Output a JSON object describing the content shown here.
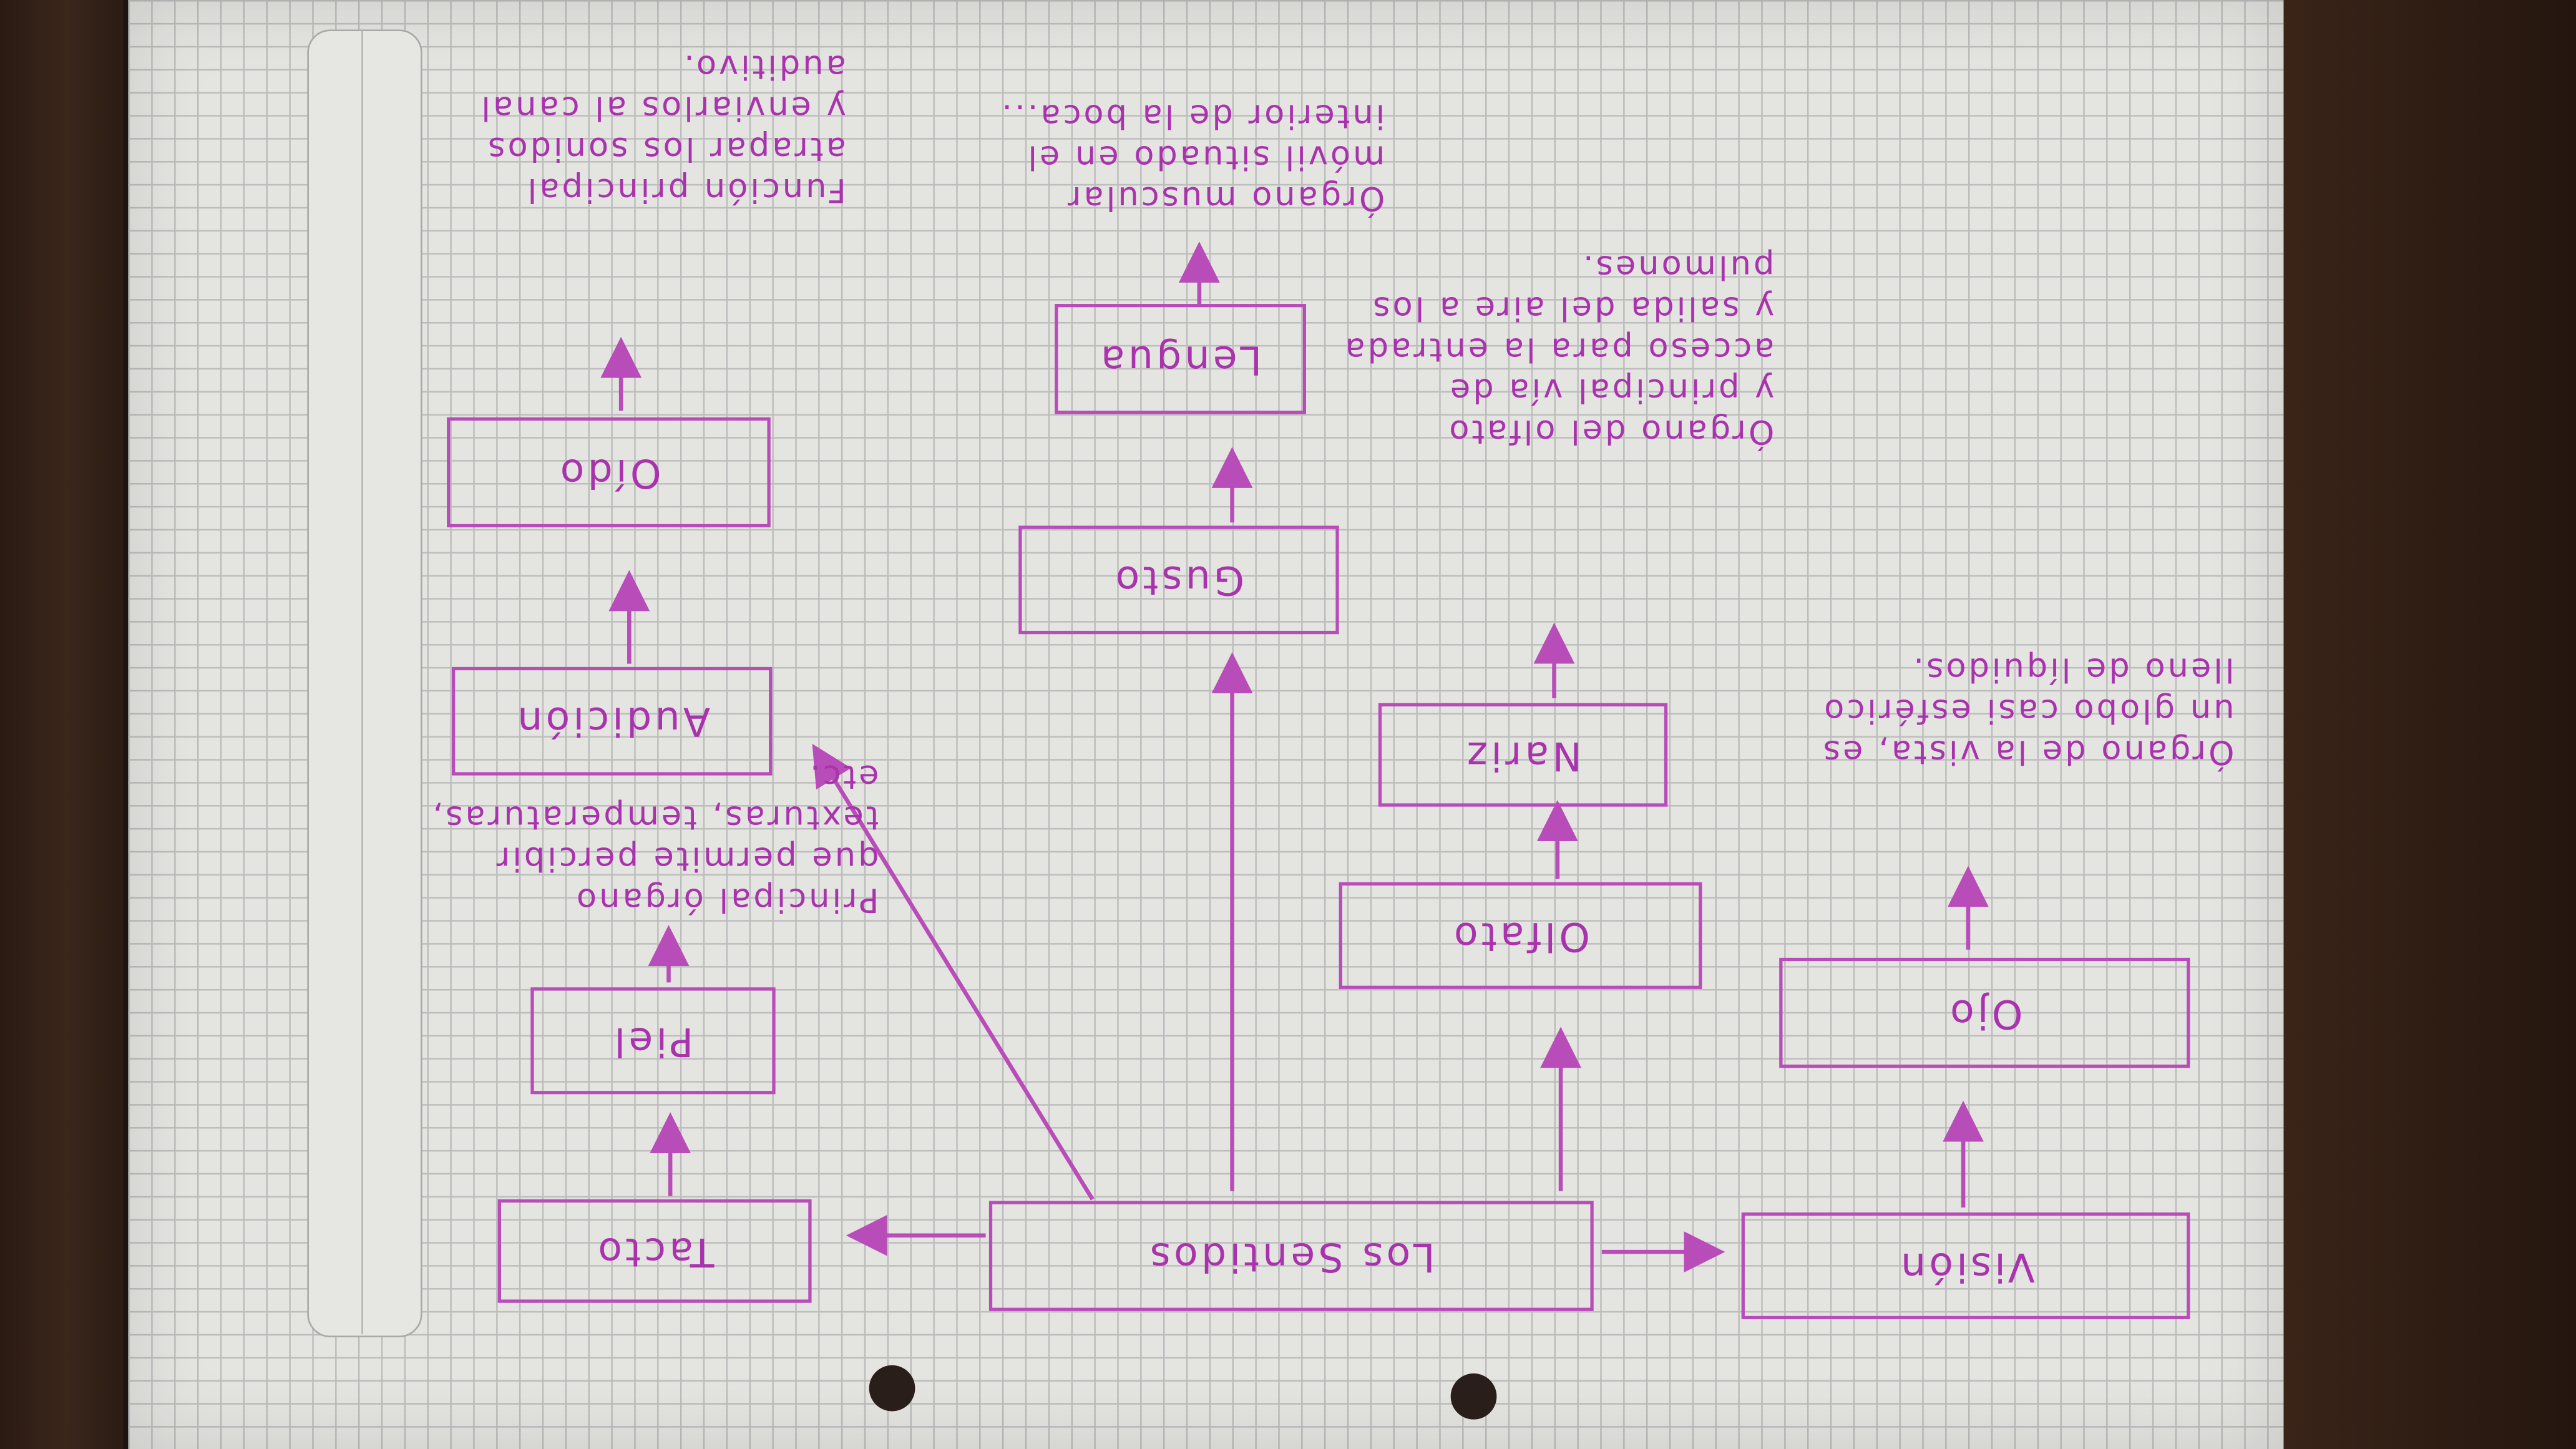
{
  "root": "Los Sentidos",
  "branches": {
    "vision": {
      "sense": "Visión",
      "organ": "Ojo",
      "desc": "Órgano de la vista, es\nun globo casi esférico\nlleno de líquidos."
    },
    "olfato": {
      "sense": "Olfato",
      "organ": "Nariz",
      "desc": "Órgano del olfato\ny principal vía de\nacceso para la entrada\ny salida del aire a los\npulmones."
    },
    "gusto": {
      "sense": "Gusto",
      "organ": "Lengua",
      "desc": "Órgano muscular\nmóvil situado en el\ninterior de la boca..."
    },
    "tacto": {
      "sense": "Tacto",
      "organ": "Piel",
      "desc": "Principal órgano\nque permite percibir\ntexturas, temperaturas,\netc."
    },
    "audicion": {
      "sense": "Audición",
      "organ": "Oído",
      "desc": "Función principal\natrapar los sonidos\ny enviarlos al canal\nauditivo."
    }
  },
  "ink_color": "#b84cb8"
}
